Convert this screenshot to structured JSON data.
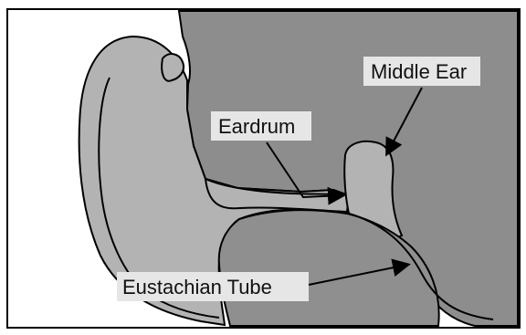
{
  "labels": {
    "middle_ear": "Middle Ear",
    "eardrum": "Eardrum",
    "eustachian_tube": "Eustachian Tube"
  },
  "colors": {
    "head_dark": "#8d8d8d",
    "ear_light": "#b3b3b3",
    "tube_mid": "#8f8f8f",
    "label_bg": "#e6e6e6",
    "outline": "#000000"
  }
}
